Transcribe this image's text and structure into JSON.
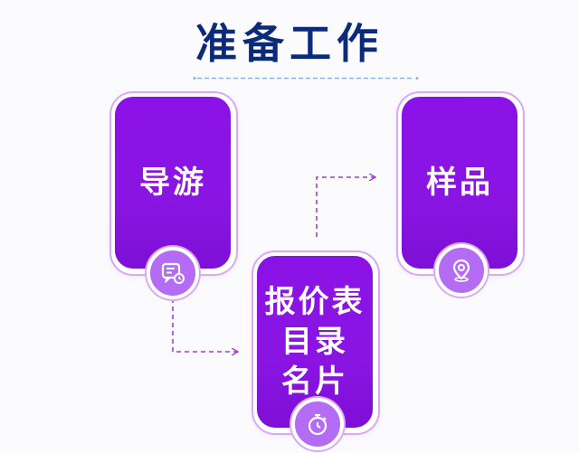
{
  "title": "准备工作",
  "nodes": [
    {
      "id": "guide",
      "label": "导游",
      "icon": "chat-clock-icon"
    },
    {
      "id": "docs",
      "label": "报价表\n目录\n名片",
      "icon": "stopwatch-icon"
    },
    {
      "id": "samples",
      "label": "样品",
      "icon": "location-pin-icon"
    }
  ],
  "colors": {
    "title": "#0b2a7a",
    "card": "#8a15e2",
    "frame": "#d9a8f6",
    "badge": "#b46cf4",
    "connector": "#a03fd0",
    "divider": "#8fb0e0"
  }
}
